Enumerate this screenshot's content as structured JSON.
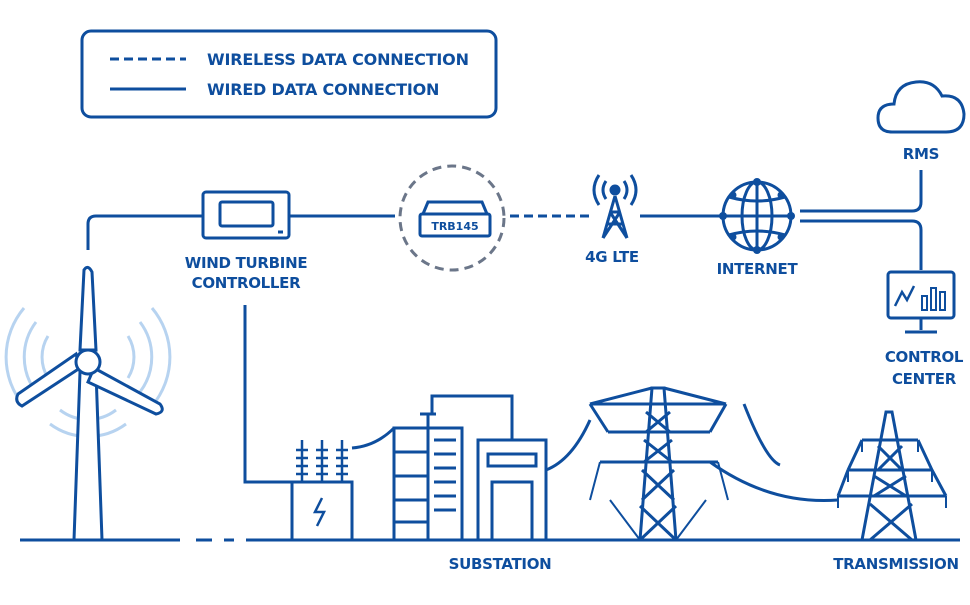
{
  "colors": {
    "primary": "#0e4e9e",
    "accent_light": "#b7d3f0",
    "dashed_circle": "#6b7689",
    "background": "#ffffff"
  },
  "legend": {
    "wireless_label": "WIRELESS DATA CONNECTION",
    "wired_label": "WIRED DATA CONNECTION"
  },
  "nodes": {
    "wind_turbine_controller": {
      "line1": "WIND TURBINE",
      "line2": "CONTROLLER",
      "icon": "controller-screen-icon"
    },
    "router": {
      "badge": "TRB145",
      "icon": "router-device-icon"
    },
    "lte": {
      "label": "4G LTE",
      "icon": "cell-tower-icon"
    },
    "internet": {
      "label": "INTERNET",
      "icon": "globe-icon"
    },
    "rms": {
      "label": "RMS",
      "icon": "cloud-icon"
    },
    "control_center": {
      "line1": "CONTROL",
      "line2": "CENTER",
      "icon": "monitor-chart-icon"
    },
    "substation": {
      "label": "SUBSTATION",
      "icon": "substation-icon"
    },
    "transmission": {
      "label": "TRANSMISSION",
      "icon": "transmission-tower-icon"
    },
    "wind_turbine": {
      "icon": "wind-turbine-icon"
    }
  }
}
